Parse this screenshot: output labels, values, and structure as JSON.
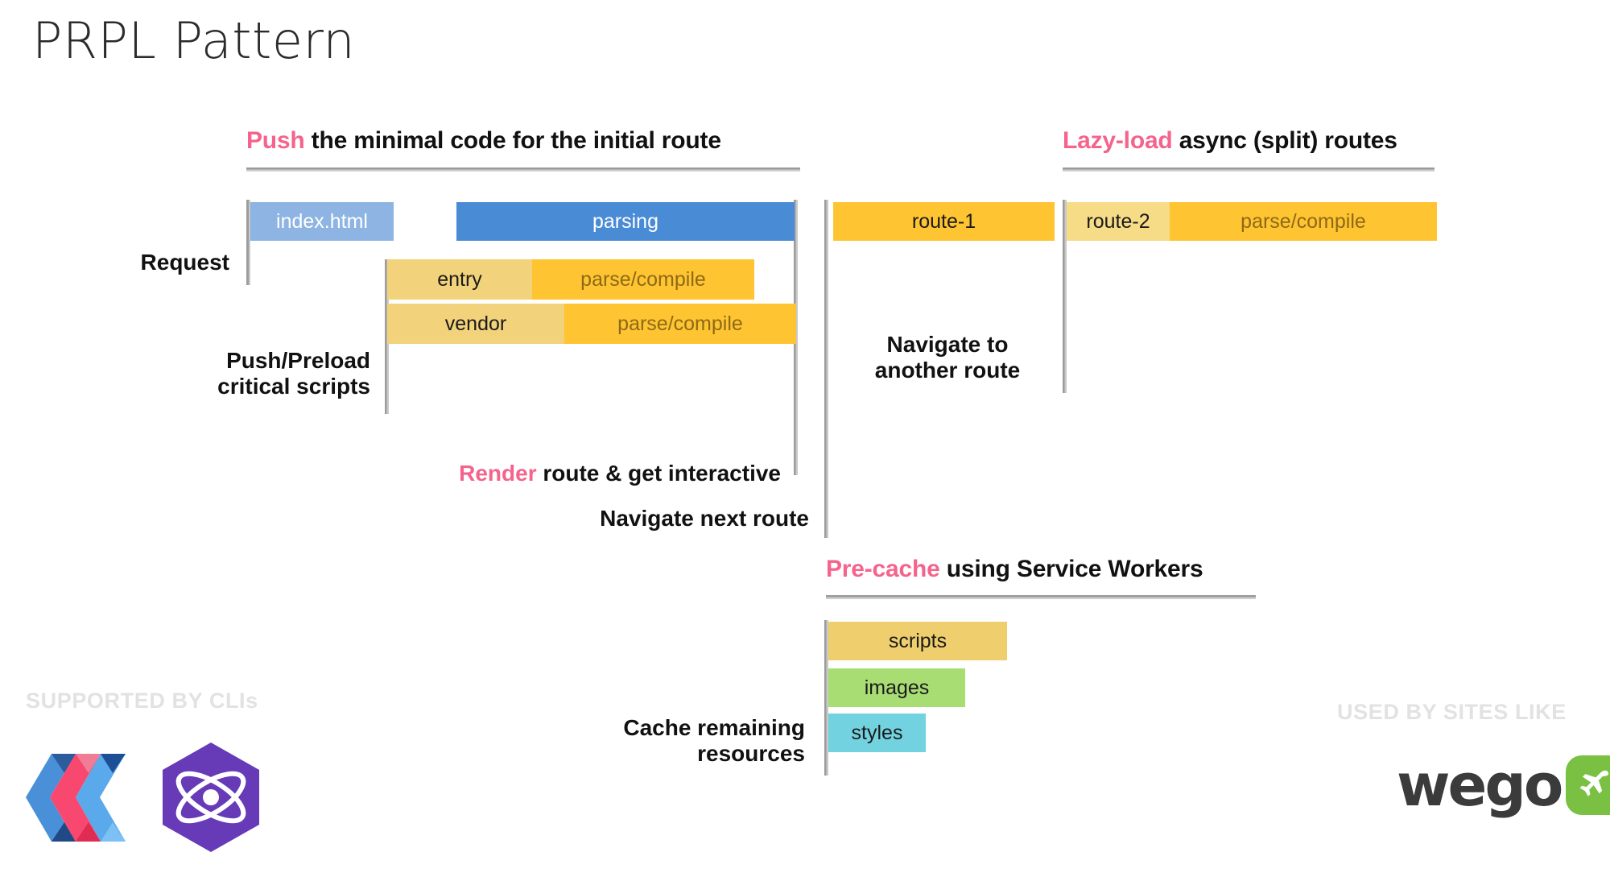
{
  "page": {
    "title": "PRPL Pattern",
    "background": "#ffffff",
    "accent_pink": "#f4648d",
    "marker_gray": "#9c9c9c"
  },
  "sections": {
    "push": {
      "heading_highlight": "Push",
      "heading_rest": " the minimal code for the initial route",
      "bars": [
        {
          "name": "index-html",
          "segments": [
            {
              "label": "index.html",
              "color": "#8db4e2",
              "text_color": "#ffffff"
            }
          ]
        },
        {
          "name": "parsing",
          "segments": [
            {
              "label": "parsing",
              "color": "#4a8bd6",
              "text_color": "#ffffff"
            }
          ]
        },
        {
          "name": "entry",
          "segments": [
            {
              "label": "entry",
              "color": "#f2d27a",
              "text_color": "#1a1a1a"
            },
            {
              "label": "parse/compile",
              "color": "#ffc431",
              "text_color": "#8c6a17"
            }
          ]
        },
        {
          "name": "vendor",
          "segments": [
            {
              "label": "vendor",
              "color": "#f2d27a",
              "text_color": "#1a1a1a"
            },
            {
              "label": "parse/compile",
              "color": "#ffc431",
              "text_color": "#8c6a17"
            }
          ]
        }
      ],
      "labels": {
        "request": "Request",
        "push_preload": "Push/Preload\ncritical scripts",
        "render_highlight": "Render",
        "render_rest": " route & get interactive",
        "navigate_next": "Navigate next route"
      }
    },
    "lazy_load": {
      "heading_highlight": "Lazy-load",
      "heading_rest": " async (split) routes",
      "bars": [
        {
          "name": "route-1",
          "segments": [
            {
              "label": "route-1",
              "color": "#ffc431",
              "text_color": "#1a1a1a"
            }
          ]
        },
        {
          "name": "route-2",
          "segments": [
            {
              "label": "route-2",
              "color": "#f7dc87",
              "text_color": "#1a1a1a"
            },
            {
              "label": "parse/compile",
              "color": "#ffc431",
              "text_color": "#8c6a17"
            }
          ]
        }
      ],
      "labels": {
        "navigate_another": "Navigate to\nanother route"
      }
    },
    "precache": {
      "heading_highlight": "Pre-cache",
      "heading_rest": " using Service Workers",
      "bars": [
        {
          "name": "scripts",
          "label": "scripts",
          "color": "#efcf6d",
          "text_color": "#1a1a1a"
        },
        {
          "name": "images",
          "label": "images",
          "color": "#a8dd74",
          "text_color": "#1a1a1a"
        },
        {
          "name": "styles",
          "label": "styles",
          "color": "#72d2e0",
          "text_color": "#1a1a1a"
        }
      ],
      "labels": {
        "cache_remaining": "Cache remaining\nresources"
      }
    }
  },
  "footer": {
    "left_caption": "SUPPORTED BY CLIs",
    "right_caption": "USED BY SITES LIKE",
    "logos": {
      "polymer": "polymer-logo",
      "preact": "preact-logo",
      "wego_word": "wego",
      "wego_badge": "airplane-icon"
    }
  }
}
